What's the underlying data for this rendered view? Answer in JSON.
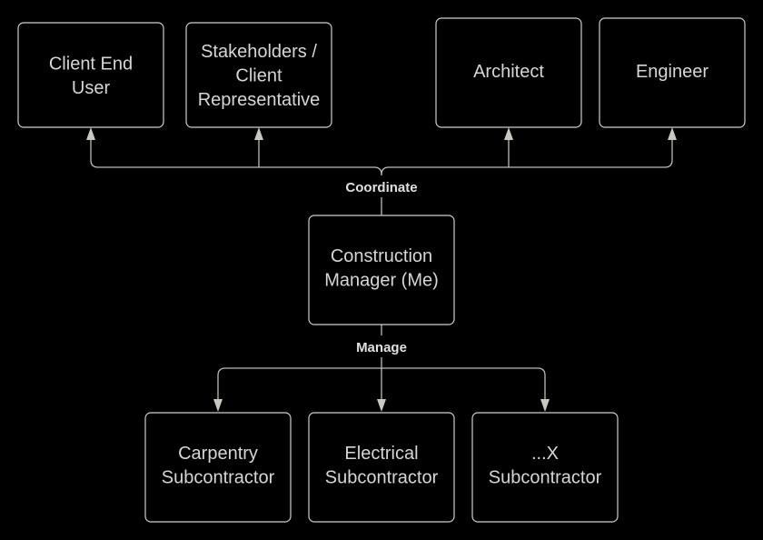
{
  "diagram": {
    "nodes": {
      "client_end_user": {
        "lines": [
          "Client End",
          "User"
        ]
      },
      "stakeholders": {
        "lines": [
          "Stakeholders /",
          "Client",
          "Representative"
        ]
      },
      "architect": {
        "lines": [
          "Architect"
        ]
      },
      "engineer": {
        "lines": [
          "Engineer"
        ]
      },
      "construction_manager": {
        "lines": [
          "Construction",
          "Manager (Me)"
        ]
      },
      "carpentry": {
        "lines": [
          "Carpentry",
          "Subcontractor"
        ]
      },
      "electrical": {
        "lines": [
          "Electrical",
          "Subcontractor"
        ]
      },
      "x_sub": {
        "lines": [
          "...X",
          "Subcontractor"
        ]
      }
    },
    "edge_labels": {
      "coordinate": "Coordinate",
      "manage": "Manage"
    }
  }
}
